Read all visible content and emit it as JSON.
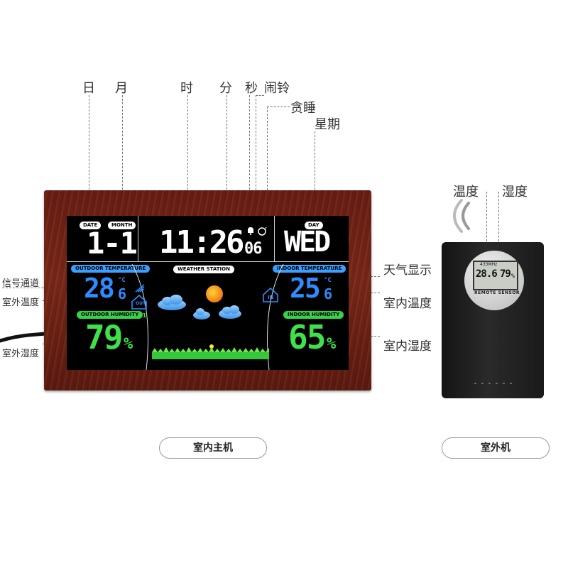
{
  "callouts_top": {
    "day_of_month": "日",
    "month": "月",
    "hour": "时",
    "minute": "分",
    "second": "秒",
    "alarm": "闹铃",
    "snooze": "贪睡",
    "weekday": "星期"
  },
  "callouts_left": {
    "signal_channel": "信号通道",
    "outdoor_temperature": "室外温度",
    "outdoor_humidity": "室外湿度"
  },
  "callouts_right": {
    "weather_display": "天气显示",
    "indoor_temperature": "室内温度",
    "indoor_humidity": "室内湿度"
  },
  "sensor_callouts": {
    "temperature": "温度",
    "humidity": "湿度"
  },
  "display": {
    "date_tag": "DATE",
    "month_tag": "MONTH",
    "date_value": "1-1",
    "time": "11:26",
    "seconds": "06",
    "day_tag": "DAY",
    "weekday": "WED",
    "outdoor_temp_title": "OUTDOOR TEMPERATURE",
    "weather_station_title": "WEATHER STATION",
    "indoor_temp_title": "INDOOR TEMPERATURE",
    "outdoor_temp_int": "28",
    "outdoor_temp_dec": "6",
    "temp_unit": "°C",
    "out_icon": "OUT",
    "channel": "CH1",
    "outdoor_humidity_title": "OUTDOOR HUMIDITY",
    "outdoor_humidity": "79",
    "indoor_temp_int": "25",
    "indoor_temp_dec": "6",
    "in_icon": "IN",
    "indoor_humidity_title": "INDOOR HUMIDITY",
    "indoor_humidity": "65",
    "percent": "%"
  },
  "sensor": {
    "frequency": "433MHz",
    "lcd_temp": "28.6",
    "lcd_humidity": "79",
    "percent": "%",
    "caption": "REMOTE SENSOR"
  },
  "buttons": {
    "indoor_unit": "室内主机",
    "outdoor_unit": "室外机"
  },
  "colors": {
    "blue_digits": "#2f8cff",
    "green_digits": "#3ee14a",
    "frame_wood": "#6e2216",
    "tag_blue": "#3aa0ff",
    "tag_green": "#35d24a"
  }
}
